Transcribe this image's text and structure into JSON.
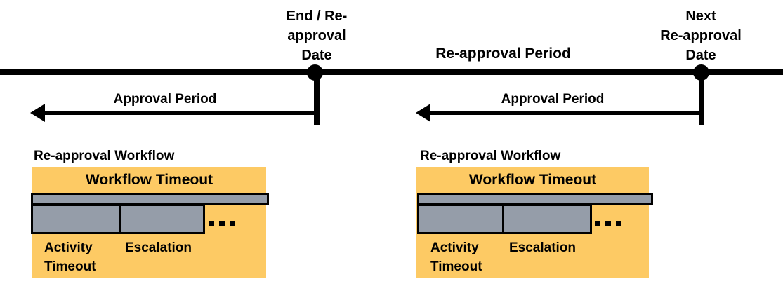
{
  "colors": {
    "background": "#ffffff",
    "line_black": "#000000",
    "workflow_orange": "#FDCA64",
    "bar_gray": "#959DA9"
  },
  "timeline": {
    "marker_end": {
      "label": "End / Re-\napproval\nDate"
    },
    "marker_next": {
      "label": "Next\nRe-approval\nDate"
    },
    "reapproval_period": "Re-approval Period",
    "approval_period_left": "Approval Period",
    "approval_period_right": "Approval Period"
  },
  "workflow_left": {
    "title": "Re-approval Workflow",
    "workflow_timeout": "Workflow Timeout",
    "activity_timeout": "Activity\nTimeout",
    "escalation": "Escalation",
    "ellipsis_icon": "three-square-dots"
  },
  "workflow_right": {
    "title": "Re-approval Workflow",
    "workflow_timeout": "Workflow Timeout",
    "activity_timeout": "Activity\nTimeout",
    "escalation": "Escalation",
    "ellipsis_icon": "three-square-dots"
  }
}
